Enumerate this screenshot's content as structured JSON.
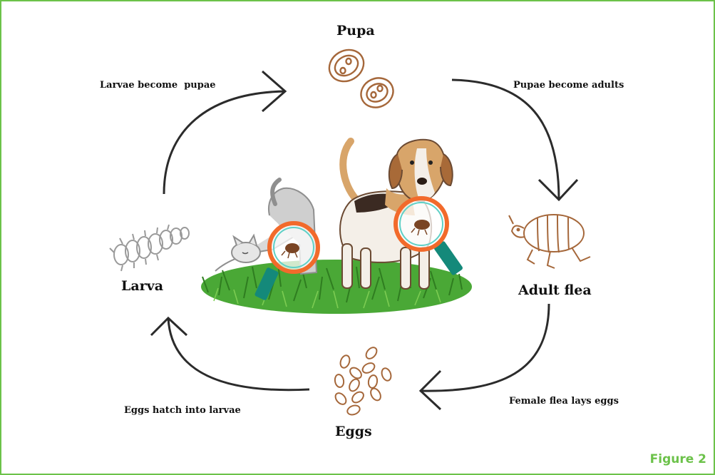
{
  "stages": {
    "pupa": "Pupa",
    "adult": "Adult flea",
    "eggs": "Eggs",
    "larva": "Larva"
  },
  "steps": {
    "larvae_to_pupae": "Larvae become  pupae",
    "pupae_to_adults": "Pupae become adults",
    "flea_lays_eggs": "Female flea lays eggs",
    "eggs_hatch": "Eggs hatch into larvae"
  },
  "figure_label": "Figure 2",
  "colors": {
    "border": "#6cc24a",
    "figure_label": "#6cc24a",
    "arrow": "#2b2b2b",
    "illustration_brown": "#a5673a",
    "larva_gray": "#9a9a9a",
    "grass": "#3f9a2b",
    "lens_ring": "#f26a2b",
    "lens_handle": "#14897a"
  },
  "icons": [
    "pupa-icon",
    "adult-flea-icon",
    "eggs-icon",
    "larva-icon",
    "dog-illustration",
    "cat-illustration",
    "magnifier-icon",
    "grass-illustration"
  ]
}
